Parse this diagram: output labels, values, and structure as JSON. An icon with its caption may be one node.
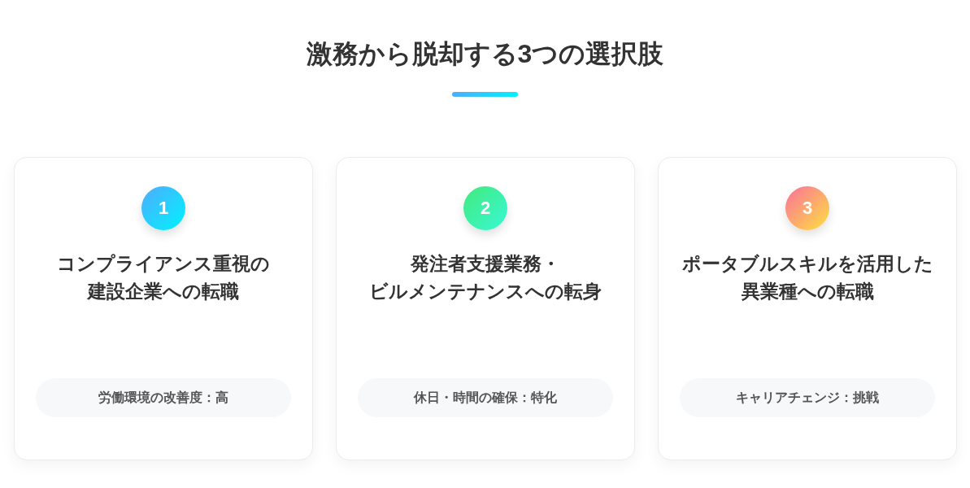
{
  "diagram": {
    "title": "激務から脱却する3つの選択肢",
    "nodes": [
      {
        "text": [
          "コンプライアンス重視の建設企業への転職"
        ]
      },
      {
        "text": [
          "1"
        ],
        "in": 0
      },
      {
        "text": [
          "労働環境の改善度：高"
        ],
        "in": 0
      },
      {
        "text": [
          "発注者支援業務・ビルメンテナンスへの転身"
        ]
      },
      {
        "text": [
          "2"
        ],
        "in": 3
      },
      {
        "text": [
          "休日・時間の確保：特化"
        ],
        "in": 3
      },
      {
        "text": [
          "ポータブルスキルを活用した異業種への転職"
        ]
      },
      {
        "text": [
          "3"
        ],
        "in": 6
      },
      {
        "text": [
          "キャリアチェンジ：挑戦"
        ],
        "in": 6
      }
    ]
  }
}
